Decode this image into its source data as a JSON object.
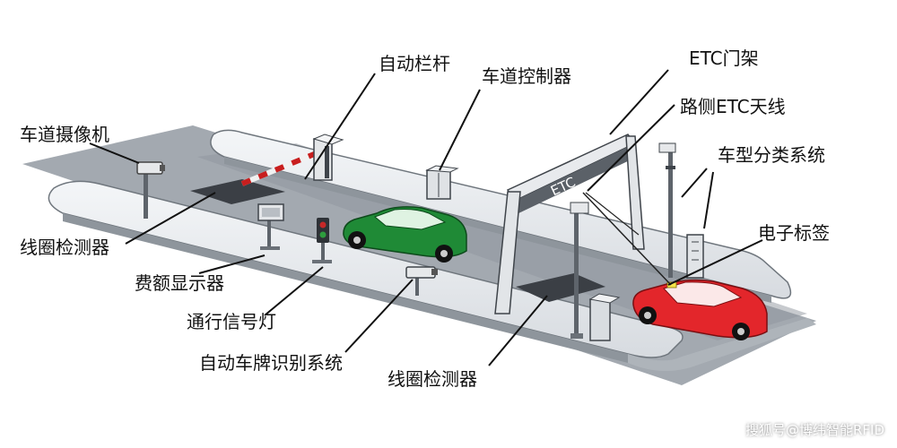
{
  "labels": {
    "auto_barrier": "自动栏杆",
    "lane_controller": "车道控制器",
    "etc_gantry": "ETC门架",
    "roadside_antenna": "路侧ETC天线",
    "lane_camera": "车道摄像机",
    "vehicle_classification": "车型分类系统",
    "loop_detector_left": "线圈检测器",
    "electronic_tag": "电子标签",
    "fee_display": "费额显示器",
    "traffic_light": "通行信号灯",
    "plate_recognition": "自动车牌识别系统",
    "loop_detector_bottom": "线圈检测器"
  },
  "gantry_text": "ETC",
  "watermark": "搜狐号@博纬智能RFID",
  "colors": {
    "road": "#9ea4ab",
    "island": "#e9ecef",
    "green_car": "#1f8a36",
    "red_car": "#e3262b"
  }
}
